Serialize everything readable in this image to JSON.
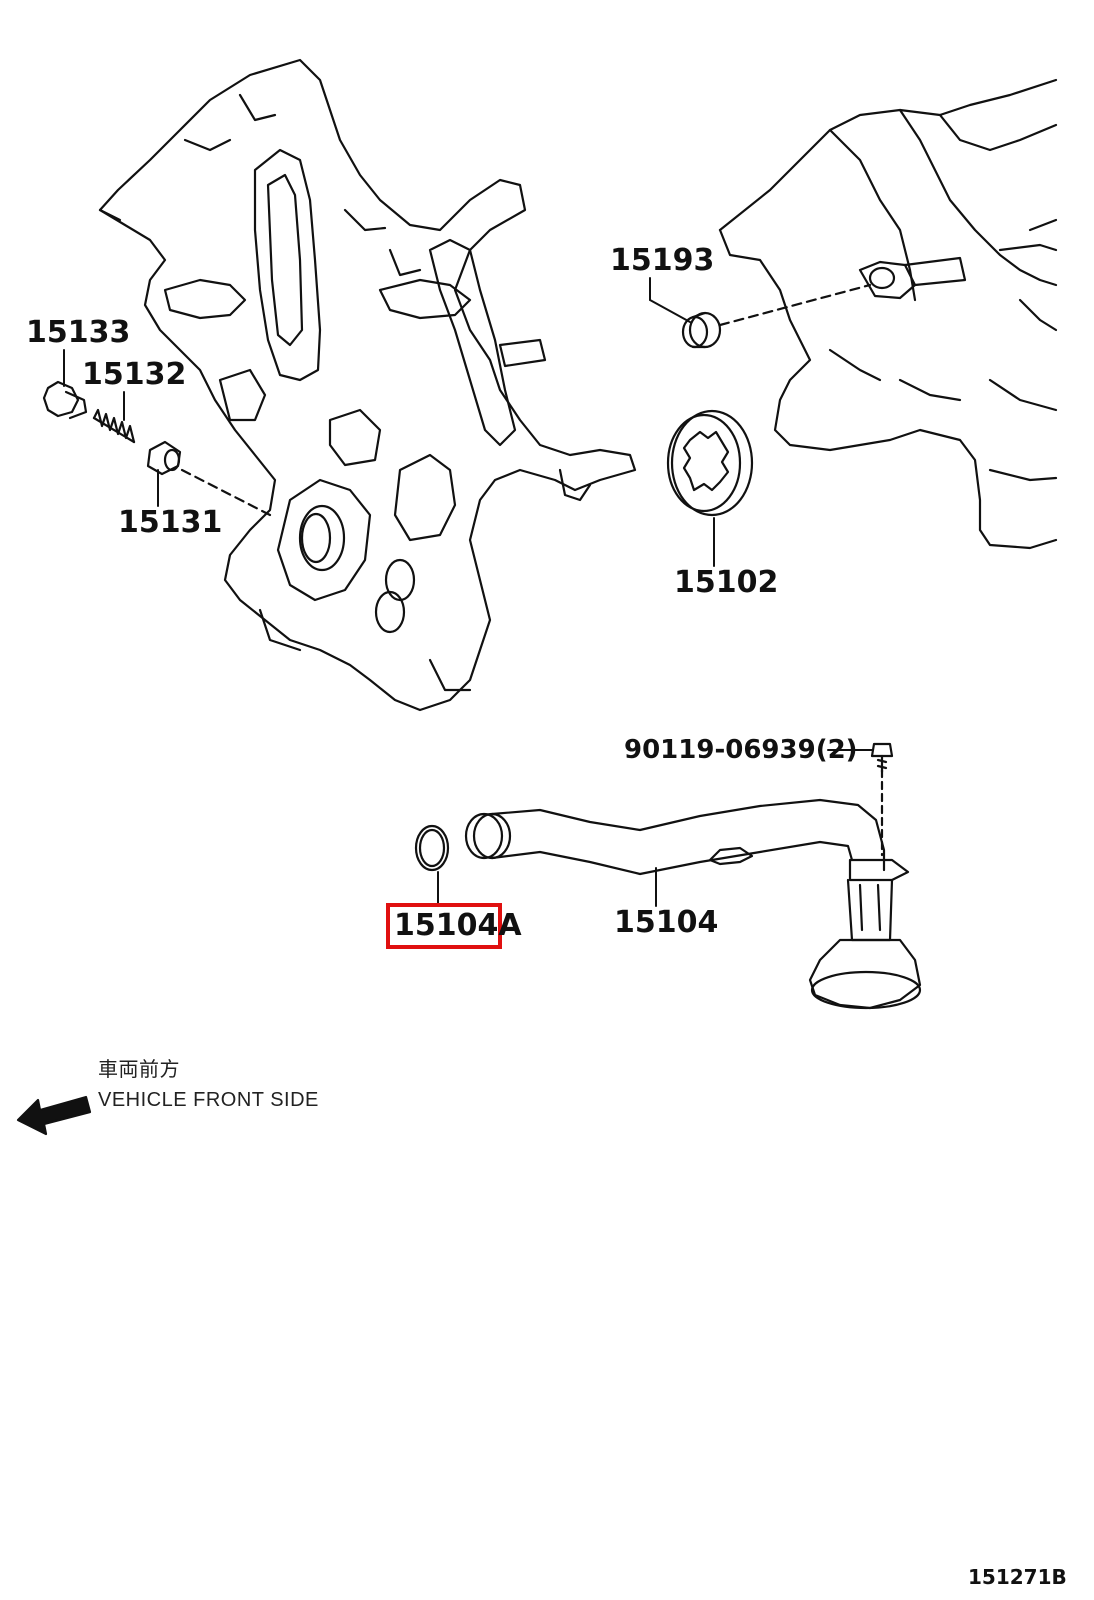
{
  "parts": {
    "p15133": "15133",
    "p15132": "15132",
    "p15131": "15131",
    "p15193": "15193",
    "p15102": "15102",
    "p15104": "15104",
    "p15104A": "15104A",
    "bolt": "90119-06939(2)"
  },
  "direction_note": {
    "japanese": "車両前方",
    "english": "VEHICLE FRONT SIDE"
  },
  "illustration_code": "151271B",
  "colors": {
    "highlight": "#e01010",
    "line": "#111111"
  }
}
